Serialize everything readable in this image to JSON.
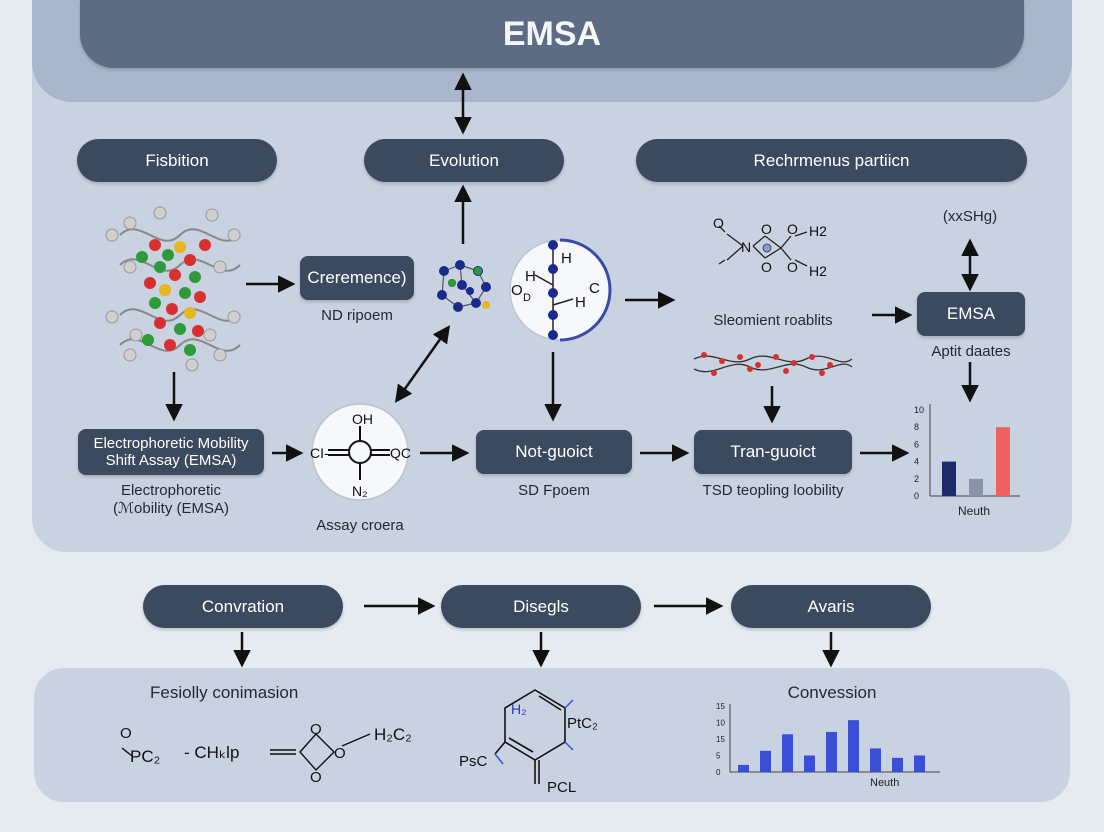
{
  "header": {
    "title": "EMSA"
  },
  "top_pills": {
    "left": "Fisbition",
    "center": "Evolution",
    "right": "Rechrmenus partiicn"
  },
  "row1": {
    "box1": "Creremence)",
    "box1_caption": "ND ripoem",
    "chem_label": "(xxSHg)",
    "chem_h2_top": "H2",
    "chem_h2_bottom": "H2",
    "chem_o_left": "O",
    "chem_n": "N",
    "chem_caption": "Sleomient roablits",
    "emsa_box": "EMSA",
    "emsa_caption": "Aptit daates"
  },
  "ring": {
    "h_top": "H",
    "h_left": "H",
    "c_right": "C",
    "od": "O",
    "d": "D",
    "h_mid": "H"
  },
  "row2": {
    "box_left": "Electrophoretic Mobility Shift Assay (EMSA)",
    "box_left_caption": "Electrophoretic (ℳobility (EMSA)",
    "assay_caption": "Assay croera",
    "mol_top": "OH",
    "mol_left": "CI-",
    "mol_right": "QC",
    "mol_bottom": "N₂",
    "box_mid": "Not-guoict",
    "box_mid_caption": "SD Fpoem",
    "box_right": "Tran-guoict",
    "box_right_caption": "TSD teopling loobility"
  },
  "chart_data": [
    {
      "type": "bar",
      "y_ticks": [
        "10",
        "8",
        "6",
        "4",
        "2",
        "0"
      ],
      "values": [
        4,
        2,
        8
      ],
      "ylim": [
        0,
        10
      ],
      "colors": [
        "#1d2a6b",
        "#8a94a6",
        "#f06262"
      ],
      "xlabel": "Neuth"
    },
    {
      "type": "bar",
      "y_ticks": [
        "15",
        "10",
        "15",
        "5",
        "0"
      ],
      "values": [
        1.5,
        4.5,
        8,
        3.5,
        8.5,
        11,
        5,
        3,
        3.5
      ],
      "ylim": [
        0,
        14
      ],
      "colors": [
        "#3a4fd6"
      ],
      "xlabel": "Neuth"
    }
  ],
  "bottom_pills": {
    "left": "Convration",
    "center": "Disegls",
    "right": "Avaris"
  },
  "bottom": {
    "left_title": "Fesiolly conimasion",
    "left_chem": {
      "o": "O",
      "pc2": "PC₂",
      "chklp": "- CHₖlp",
      "h2c2": "H₂C₂"
    },
    "mid_chem": {
      "h2": "H₂",
      "ptc2": "PtC₂",
      "psco": "PsC",
      "pcl": "PCL"
    },
    "right_title": "Convession"
  },
  "colors": {
    "pill": "#3c4a5f",
    "panel": "#c9d2e0",
    "header": "#5d6b83",
    "accent": "#3a4fd6"
  }
}
